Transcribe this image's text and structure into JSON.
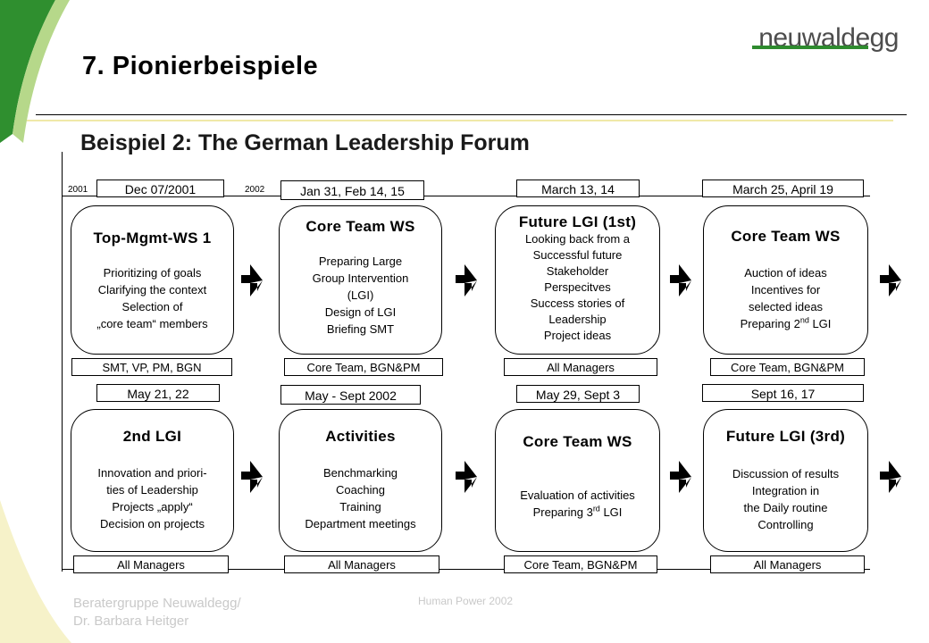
{
  "header": {
    "title": "7. Pionierbeispiele",
    "subtitle": "Beispiel 2: The German Leadership Forum",
    "logo": "neuwaldegg"
  },
  "years": [
    "2001",
    "2002"
  ],
  "row1": [
    {
      "date": "Dec 07/2001",
      "title": "Top-Mgmt-WS 1",
      "lines": [
        "Prioritizing of goals",
        "Clarifying the context",
        "Selection of",
        "„core team“ members"
      ],
      "tag": "SMT, VP, PM, BGN"
    },
    {
      "date": "Jan 31, Feb 14, 15",
      "title": "Core Team WS",
      "lines": [
        "Preparing Large",
        "Group Intervention",
        "(LGI)",
        "Design of LGI",
        "Briefing SMT"
      ],
      "tag": "Core Team, BGN&PM"
    },
    {
      "date": "March 13, 14",
      "title": "Future LGI (1st)",
      "lines": [
        "Looking back from a",
        "Successful future",
        "Stakeholder",
        "Perspecitves",
        "Success stories of",
        "Leadership",
        "Project ideas"
      ],
      "tag": "All Managers"
    },
    {
      "date": "March 25, April 19",
      "title": "Core Team WS",
      "lines": [
        "Auction of ideas",
        "Incentives for",
        "selected ideas"
      ],
      "last_line_pre": "Preparing 2",
      "last_line_sup": "nd",
      "last_line_post": " LGI",
      "tag": "Core Team, BGN&PM"
    }
  ],
  "row2": [
    {
      "date": "May 21, 22",
      "title": "2nd LGI",
      "lines": [
        "Innovation and priori-",
        "ties of Leadership",
        "Projects „apply“",
        "Decision on projects"
      ],
      "tag": "All Managers"
    },
    {
      "date": "May - Sept 2002",
      "title": "Activities",
      "lines": [
        "Benchmarking",
        "Coaching",
        "Training",
        "Department meetings"
      ],
      "tag": "All Managers"
    },
    {
      "date": "May 29, Sept 3",
      "title": "Core Team WS",
      "lines": [
        "Evaluation of activities"
      ],
      "last_line_pre": "Preparing 3",
      "last_line_sup": "rd",
      "last_line_post": " LGI",
      "tag": "Core Team, BGN&PM"
    },
    {
      "date": "Sept 16, 17",
      "title": "Future LGI (3rd)",
      "lines": [
        "Discussion of results",
        "Integration in",
        "the Daily routine",
        "Controlling"
      ],
      "tag": "All Managers"
    }
  ],
  "footer": {
    "left_line1": "Beratergruppe Neuwaldegg/",
    "left_line2": "Dr. Barbara Heitger",
    "center": "Human Power 2002"
  }
}
